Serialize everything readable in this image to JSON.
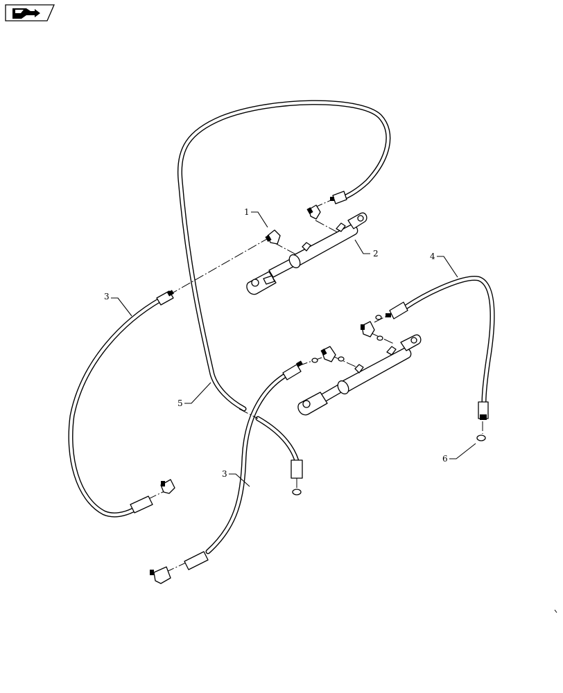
{
  "diagram": {
    "nav_icon": "next-page-arrow-icon",
    "callouts": [
      {
        "id": "c1",
        "label": "1"
      },
      {
        "id": "c2",
        "label": "2"
      },
      {
        "id": "c3a",
        "label": "3"
      },
      {
        "id": "c3b",
        "label": "3"
      },
      {
        "id": "c4",
        "label": "4"
      },
      {
        "id": "c5",
        "label": "5"
      },
      {
        "id": "c6",
        "label": "6"
      }
    ]
  }
}
